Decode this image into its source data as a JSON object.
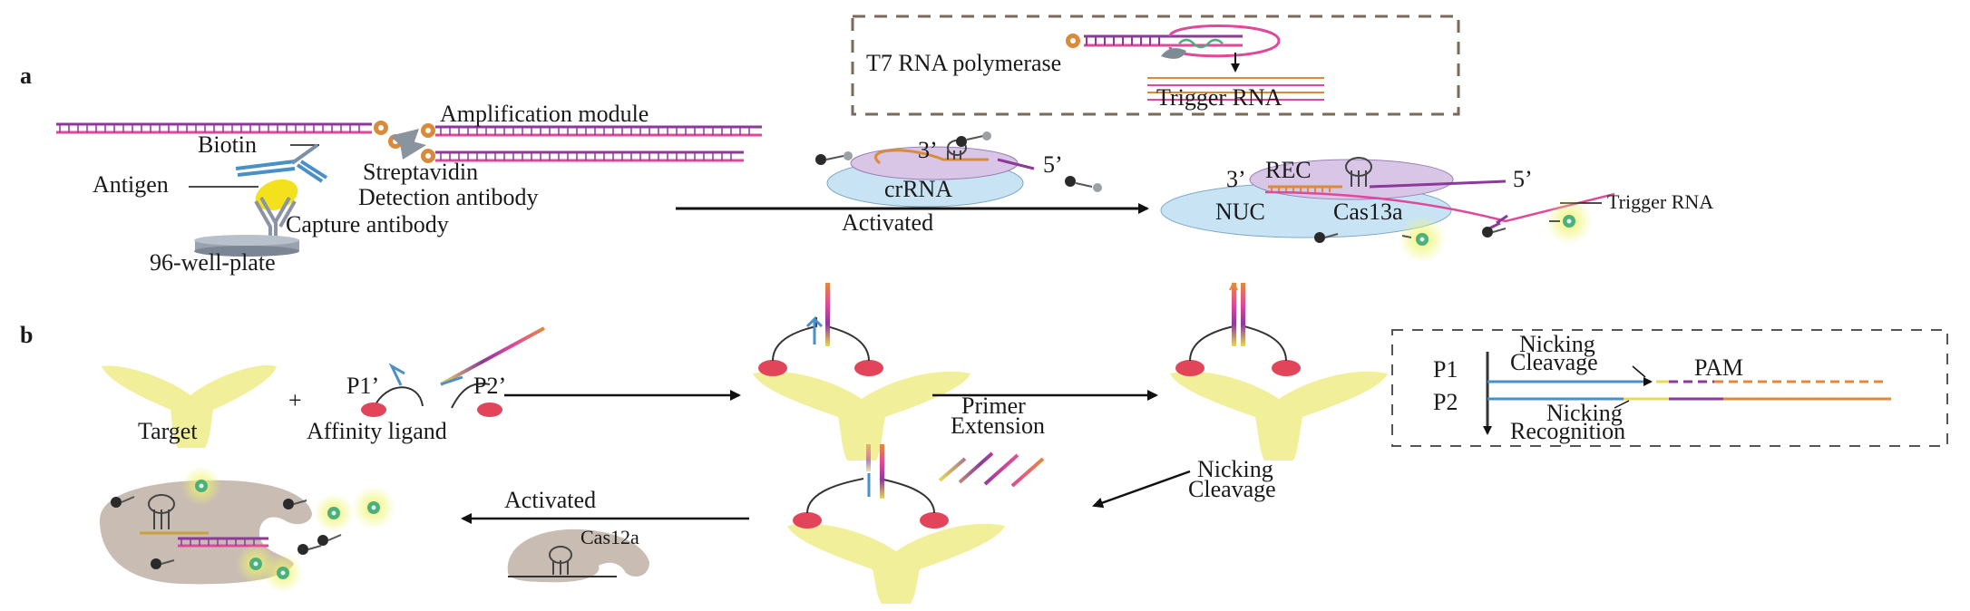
{
  "panel_a": {
    "label": "a",
    "inset": {
      "t7_rna_polymerase": "T7 RNA polymerase",
      "trigger_rna": "Trigger RNA"
    },
    "amplification_module": "Amplification module",
    "biotin": "Biotin",
    "streptavidin": "Streptavidin",
    "detection_antibody": "Detection antibody",
    "antigen": "Antigen",
    "capture_antibody": "Capture antibody",
    "plate": "96-well-plate",
    "three_prime": "3’",
    "five_prime": "5’",
    "crrna": "crRNA",
    "activated": "Activated",
    "rec": "REC",
    "nuc": "NUC",
    "cas13a": "Cas13a",
    "trigger_rna_label": "Trigger RNA"
  },
  "panel_b": {
    "label": "b",
    "target": "Target",
    "plus": "+",
    "p1": "P1’",
    "p2": "P2’",
    "affinity_ligand": "Affinity ligand",
    "primer": "Primer",
    "extension": "Extension",
    "nicking": "Nicking",
    "cleavage": "Cleavage",
    "activated": "Activated",
    "cas12a": "Cas12a",
    "inset": {
      "nicking_top": "Nicking",
      "cleavage": "Cleavage",
      "p1": "P1",
      "p2": "P2",
      "pam": "PAM",
      "nicking_bottom": "Nicking",
      "recognition": "Recognition"
    }
  },
  "colors": {
    "dna_purple": "#8b3a9a",
    "dna_pink": "#e0489a",
    "dna_orange": "#d98a3a",
    "blue": "#4a90c8",
    "light_blue": "#c8e4f4",
    "lavender": "#d9c6e6",
    "yellow_target": "#f1ef9a",
    "red_ligand": "#e2445a",
    "gray_cas12a": "#c9bcb3",
    "green_reporter": "#4caf7d"
  }
}
